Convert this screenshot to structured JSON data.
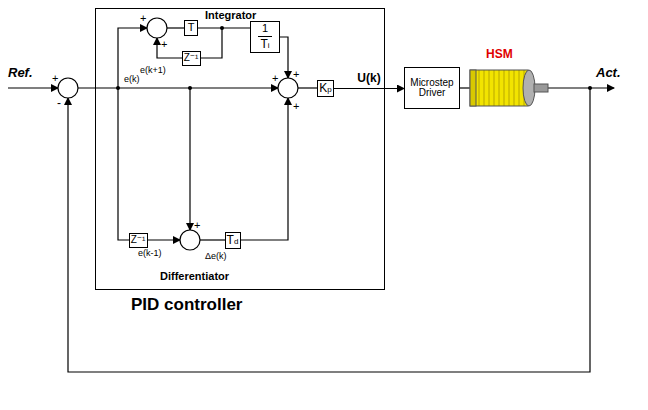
{
  "diagram": {
    "nodes": [
      {
        "text": [
          "PID controller"
        ]
      },
      {
        "text": [
          "T"
        ],
        "in": 0
      },
      {
        "text": [
          "1",
          "Ti"
        ],
        "in": 0
      },
      {
        "text": [
          "Z⁻¹"
        ],
        "in": 0
      },
      {
        "text": [
          "Kp"
        ],
        "in": 0
      },
      {
        "text": [
          "Z⁻¹"
        ],
        "in": 0
      },
      {
        "text": [
          "Td"
        ],
        "in": 0
      },
      {
        "text": [
          "Microstep Driver"
        ]
      }
    ],
    "edges": [
      {
        "from": 1,
        "to": 2,
        "arrow": "none"
      },
      {
        "from": 4,
        "to": 7,
        "label": "U(k)",
        "arrow": "to"
      }
    ],
    "labels": [
      "Integrator",
      "+",
      "+",
      "e(k+1)",
      "Ref.",
      "+",
      "-",
      "e(k)",
      "+",
      "+",
      "+",
      "e(k-1)",
      "+",
      "Δe(k)",
      "Differentiator",
      "HSM",
      "Act."
    ]
  }
}
